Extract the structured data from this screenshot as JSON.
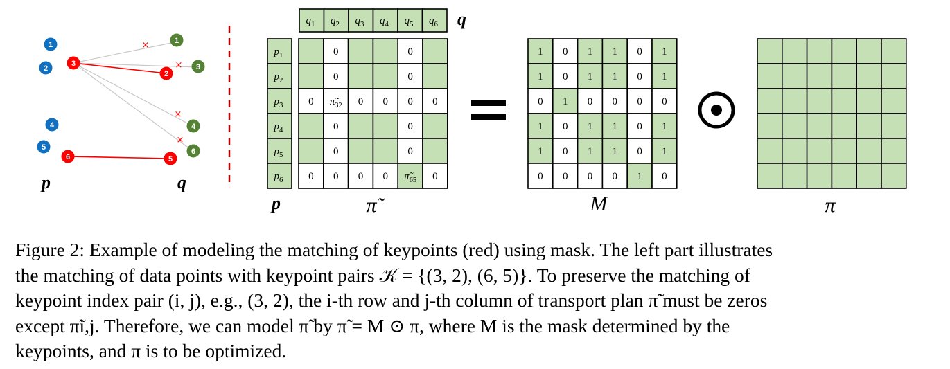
{
  "colors": {
    "cell_green": "#c5e0b4",
    "p_blue": "#1170c0",
    "q_green": "#548235",
    "keypoint_red": "#ff0000",
    "dashed_red": "#c00000",
    "edge_gray": "#c8c8c8"
  },
  "left_graph": {
    "p_nodes": [
      "1",
      "2",
      "3",
      "4",
      "5",
      "6"
    ],
    "q_nodes": [
      "1",
      "3",
      "2",
      "4",
      "6",
      "5"
    ],
    "p_label": "p",
    "q_label": "q",
    "cross_mark": "×"
  },
  "q_header": {
    "cells": [
      "q1",
      "q2",
      "q3",
      "q4",
      "q5",
      "q6"
    ],
    "label": "q"
  },
  "p_column": {
    "cells": [
      "p1",
      "p2",
      "p3",
      "p4",
      "p5",
      "p6"
    ],
    "label": "p"
  },
  "pi_tilde_matrix": {
    "label": "π̃",
    "rows": [
      [
        "",
        "0",
        "",
        "",
        "0",
        ""
      ],
      [
        "",
        "0",
        "",
        "",
        "0",
        ""
      ],
      [
        "0",
        "π̃32",
        "0",
        "0",
        "0",
        "0"
      ],
      [
        "",
        "0",
        "",
        "",
        "0",
        ""
      ],
      [
        "",
        "0",
        "",
        "",
        "0",
        ""
      ],
      [
        "0",
        "0",
        "0",
        "0",
        "π̃65",
        "0"
      ]
    ],
    "green": [
      [
        1,
        0,
        1,
        1,
        0,
        1
      ],
      [
        1,
        0,
        1,
        1,
        0,
        1
      ],
      [
        0,
        0,
        0,
        0,
        0,
        0
      ],
      [
        1,
        0,
        1,
        1,
        0,
        1
      ],
      [
        1,
        0,
        1,
        1,
        0,
        1
      ],
      [
        0,
        0,
        0,
        0,
        1,
        0
      ]
    ]
  },
  "equals_sign": "=",
  "odot_sign": "⊙",
  "mask_matrix": {
    "label": "M",
    "rows": [
      [
        "1",
        "0",
        "1",
        "1",
        "0",
        "1"
      ],
      [
        "1",
        "0",
        "1",
        "1",
        "0",
        "1"
      ],
      [
        "0",
        "1",
        "0",
        "0",
        "0",
        "0"
      ],
      [
        "1",
        "0",
        "1",
        "1",
        "0",
        "1"
      ],
      [
        "1",
        "0",
        "1",
        "1",
        "0",
        "1"
      ],
      [
        "0",
        "0",
        "0",
        "0",
        "1",
        "0"
      ]
    ]
  },
  "pi_matrix": {
    "label": "π",
    "size": 6
  },
  "caption": {
    "line1": "Figure 2: Example of modeling the matching of keypoints (red) using mask. The left part illustrates",
    "line2": "the matching of data points with keypoint pairs 𝒦 = {(3, 2), (6, 5)}. To preserve the matching of",
    "line3": "keypoint index pair (i, j), e.g., (3, 2), the i-th row and j-th column of transport plan π̃ must be zeros",
    "line4": "except π̃i,j. Therefore, we can model π̃ by π̃ = M ⊙ π, where M is the mask determined by the",
    "line5": "keypoints, and π is to be optimized."
  }
}
